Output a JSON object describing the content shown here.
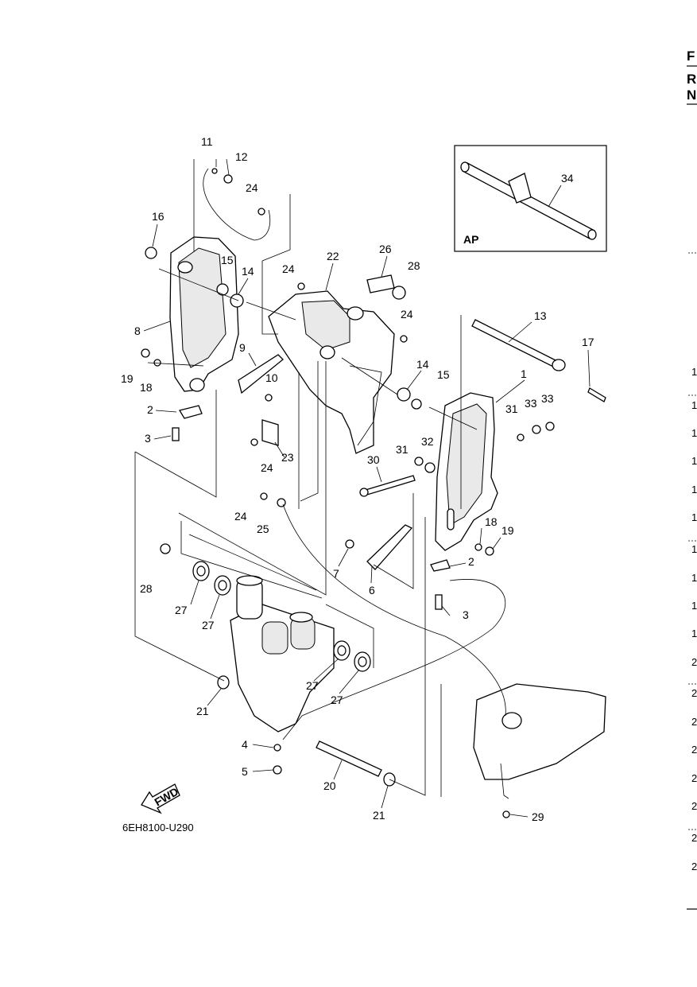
{
  "page": {
    "figure_code": "6EH8100-U290",
    "fwd_label": "FWD",
    "ap_label": "AP",
    "right_edge_letters": [
      "F",
      "R",
      "N"
    ],
    "right_edge_numbers": [
      "1",
      "1",
      "1",
      "1",
      "1",
      "1",
      "1",
      "1",
      "1",
      "1",
      "2",
      "2",
      "2",
      "2",
      "2",
      "2",
      "2",
      "2"
    ]
  },
  "callouts": [
    {
      "id": "c11",
      "text": "11"
    },
    {
      "id": "c12",
      "text": "12"
    },
    {
      "id": "c24a",
      "text": "24"
    },
    {
      "id": "c16",
      "text": "16"
    },
    {
      "id": "c15a",
      "text": "15"
    },
    {
      "id": "c14a",
      "text": "14"
    },
    {
      "id": "c24b",
      "text": "24"
    },
    {
      "id": "c22",
      "text": "22"
    },
    {
      "id": "c26",
      "text": "26"
    },
    {
      "id": "c28a",
      "text": "28"
    },
    {
      "id": "c8",
      "text": "8"
    },
    {
      "id": "c9",
      "text": "9"
    },
    {
      "id": "c19a",
      "text": "19"
    },
    {
      "id": "c18a",
      "text": "18"
    },
    {
      "id": "c10",
      "text": "10"
    },
    {
      "id": "c24c",
      "text": "24"
    },
    {
      "id": "c13",
      "text": "13"
    },
    {
      "id": "c17",
      "text": "17"
    },
    {
      "id": "c14b",
      "text": "14"
    },
    {
      "id": "c15b",
      "text": "15"
    },
    {
      "id": "c1",
      "text": "1"
    },
    {
      "id": "c2a",
      "text": "2"
    },
    {
      "id": "c3a",
      "text": "3"
    },
    {
      "id": "c23",
      "text": "23"
    },
    {
      "id": "c24d",
      "text": "24"
    },
    {
      "id": "c31a",
      "text": "31"
    },
    {
      "id": "c33a",
      "text": "33"
    },
    {
      "id": "c33b",
      "text": "33"
    },
    {
      "id": "c31b",
      "text": "31"
    },
    {
      "id": "c32",
      "text": "32"
    },
    {
      "id": "c30",
      "text": "30"
    },
    {
      "id": "c24e",
      "text": "24"
    },
    {
      "id": "c25",
      "text": "25"
    },
    {
      "id": "c18b",
      "text": "18"
    },
    {
      "id": "c19b",
      "text": "19"
    },
    {
      "id": "c7",
      "text": "7"
    },
    {
      "id": "c2b",
      "text": "2"
    },
    {
      "id": "c6",
      "text": "6"
    },
    {
      "id": "c3b",
      "text": "3"
    },
    {
      "id": "c28b",
      "text": "28"
    },
    {
      "id": "c27a",
      "text": "27"
    },
    {
      "id": "c27b",
      "text": "27"
    },
    {
      "id": "c27c",
      "text": "27"
    },
    {
      "id": "c27d",
      "text": "27"
    },
    {
      "id": "c21a",
      "text": "21"
    },
    {
      "id": "c4",
      "text": "4"
    },
    {
      "id": "c5",
      "text": "5"
    },
    {
      "id": "c20",
      "text": "20"
    },
    {
      "id": "c21b",
      "text": "21"
    },
    {
      "id": "c29",
      "text": "29"
    },
    {
      "id": "c34",
      "text": "34"
    }
  ]
}
